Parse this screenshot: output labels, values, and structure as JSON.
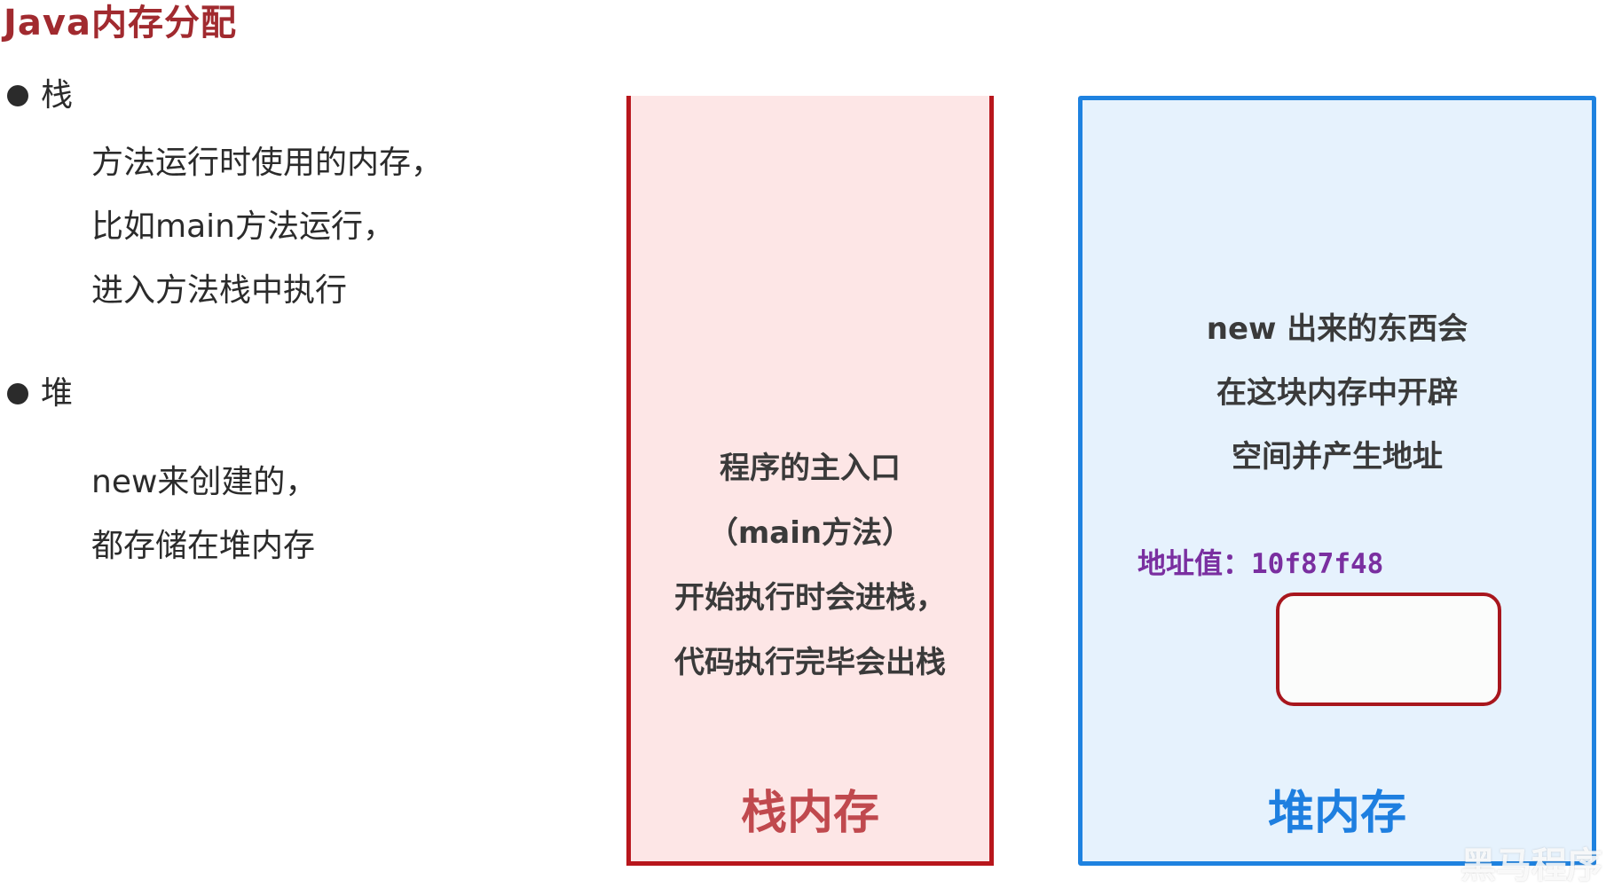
{
  "title": "Java内存分配",
  "left_panel": {
    "stack": {
      "label": "栈",
      "description": [
        "方法运行时使用的内存，",
        "比如main方法运行，",
        "进入方法栈中执行"
      ]
    },
    "heap": {
      "label": "堆",
      "description": [
        "new来创建的，",
        "都存储在堆内存"
      ]
    }
  },
  "stack_memory": {
    "text": [
      "程序的主入口",
      "（main方法）",
      "开始执行时会进栈，",
      "代码执行完毕会出栈"
    ],
    "label": "栈内存",
    "border_color": "#b8161c",
    "fill_color": "#fde6e6"
  },
  "heap_memory": {
    "text": [
      "new 出来的东西会",
      "在这块内存中开辟",
      "空间并产生地址"
    ],
    "address_label": "地址值：",
    "address_value": "10f87f48",
    "label": "堆内存",
    "border_color": "#1e82e0",
    "fill_color": "#e6f2fd"
  },
  "watermark": "黑马程序"
}
